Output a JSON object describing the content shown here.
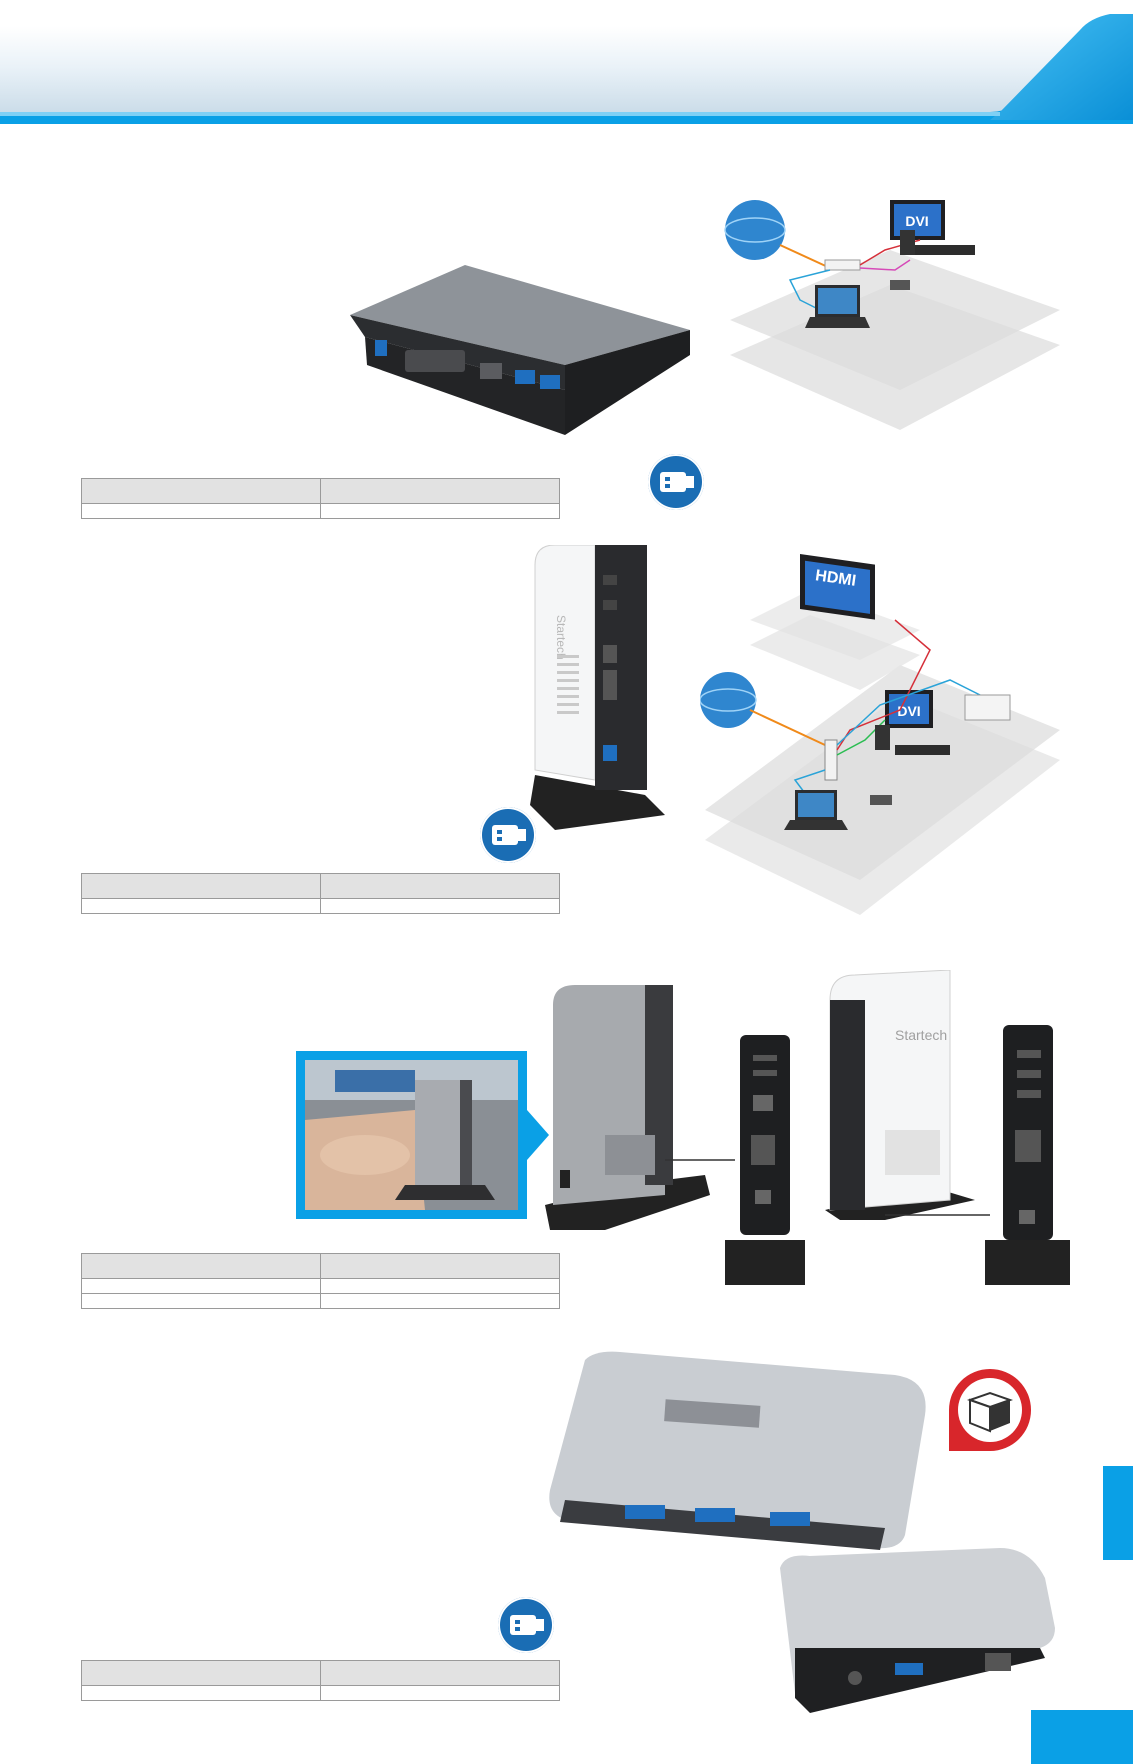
{
  "colors": {
    "accent": "#0aa0e6",
    "badge_blue": "#1a6db4",
    "badge_red": "#d8262b",
    "table_header": "#e2e2e2",
    "table_border": "#9a9a9a"
  },
  "icons": {
    "usb_badge": "usb-plug-icon",
    "globe": "globe-icon",
    "box": "package-box-icon"
  },
  "diagram_labels": {
    "dvi": "DVI",
    "hdmi": "HDMI"
  },
  "product_labels": {
    "vertical_dock_brand": "Startech"
  }
}
